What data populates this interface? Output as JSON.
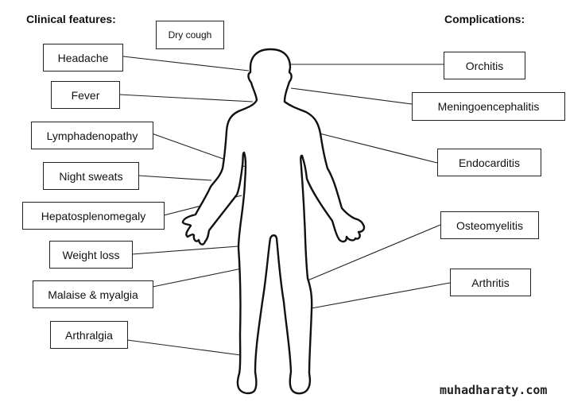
{
  "headers": {
    "left": "Clinical features:",
    "right": "Complications:"
  },
  "clinical_features": [
    "Dry cough",
    "Headache",
    "Fever",
    "Lymphadenopathy",
    "Night sweats",
    "Hepatosplenomegaly",
    "Weight loss",
    "Malaise & myalgia",
    "Arthralgia"
  ],
  "complications": [
    "Orchitis",
    "Meningoencephalitis",
    "Endocarditis",
    "Osteomyelitis",
    "Arthritis"
  ],
  "watermark": "muhadharaty.com"
}
